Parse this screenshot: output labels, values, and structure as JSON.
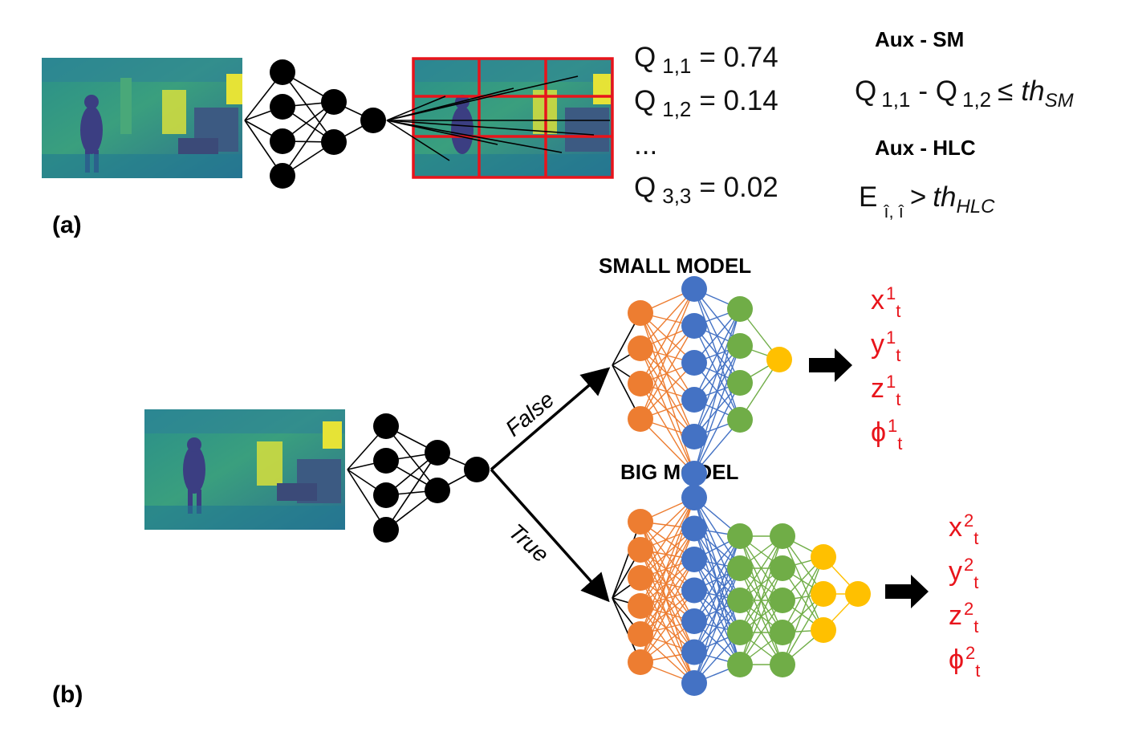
{
  "panel_a": {
    "label": "(a)",
    "q_lines": [
      {
        "sym": "Q",
        "sub": "1,1",
        "val": "= 0.74"
      },
      {
        "sym": "Q",
        "sub": "1,2",
        "val": "= 0.14"
      },
      {
        "ellipsis": "..."
      },
      {
        "sym": "Q",
        "sub": "3,3",
        "val": "= 0.02"
      }
    ],
    "aux_sm": {
      "title": "Aux - SM",
      "q": "Q",
      "sub1": "1,1",
      "minus": "- Q",
      "sub2": "1,2",
      "op": "≤",
      "th": "th",
      "th_sub": "SM"
    },
    "aux_hlc": {
      "title": "Aux - HLC",
      "e": "E",
      "e_sub": "î, î",
      "op": ">",
      "th": "th",
      "th_sub": "HLC"
    }
  },
  "panel_b": {
    "label": "(b)",
    "small_model_title": "SMALL MODEL",
    "big_model_title": "BIG MODEL",
    "branch_false": "False",
    "branch_true": "True",
    "outputs_small": [
      {
        "var": "x",
        "sup": "1",
        "sub": "t"
      },
      {
        "var": "y",
        "sup": "1",
        "sub": "t"
      },
      {
        "var": "z",
        "sup": "1",
        "sub": "t"
      },
      {
        "var": "ϕ",
        "sup": "1",
        "sub": "t"
      }
    ],
    "outputs_big": [
      {
        "var": "x",
        "sup": "2",
        "sub": "t"
      },
      {
        "var": "y",
        "sup": "2",
        "sub": "t"
      },
      {
        "var": "z",
        "sup": "2",
        "sub": "t"
      },
      {
        "var": "ϕ",
        "sup": "2",
        "sub": "t"
      }
    ]
  },
  "colors": {
    "input_layer": "#ed7d31",
    "hidden_1": "#4472c4",
    "hidden_2": "#70ad47",
    "output_layer": "#ffc000",
    "output_text": "#e8141b",
    "grid": "#e8141b",
    "neuron_black": "#000000"
  },
  "icons": {
    "camera_frame": "depth-camera-frame-image",
    "arrow": "right-arrow-icon"
  }
}
